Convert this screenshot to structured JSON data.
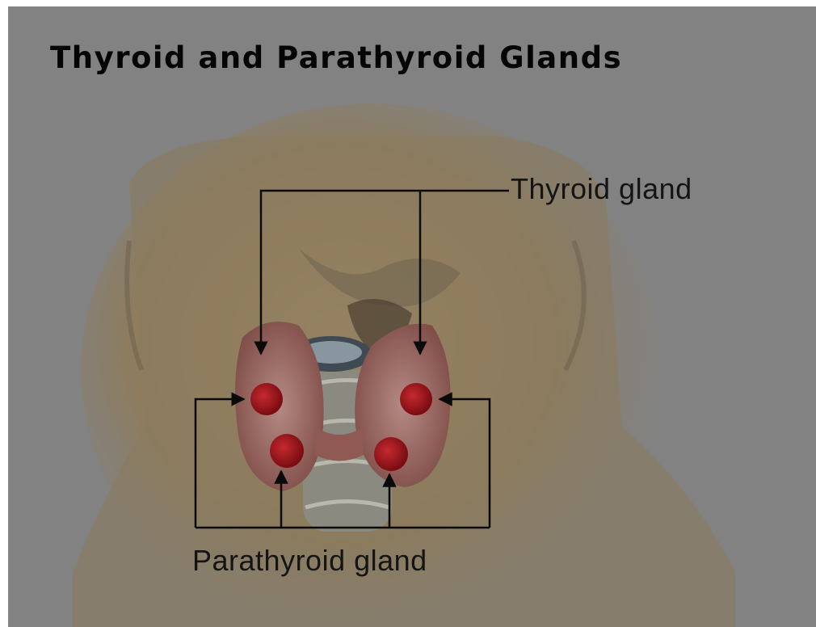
{
  "title": "Thyroid and Parathyroid Glands",
  "labels": {
    "thyroid": "Thyroid gland",
    "parathyroid": "Parathyroid gland"
  },
  "colors": {
    "background": "#828282",
    "skin": "#8e7c5c",
    "gland_tissue": "#9a6a62",
    "parathyroid_nodule": "#a0141c",
    "leader_line": "#0a0a0a"
  }
}
